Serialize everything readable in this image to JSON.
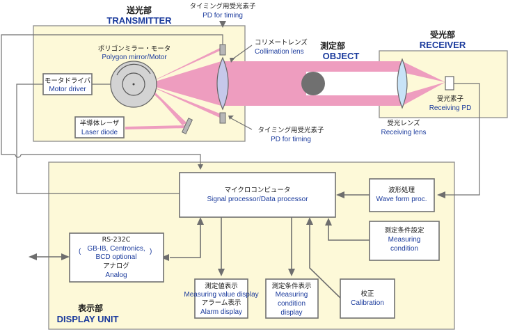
{
  "sections": {
    "transmitter": {
      "jp": "送光部",
      "en": "TRANSMITTER"
    },
    "object": {
      "jp": "測定部",
      "en": "OBJECT"
    },
    "receiver": {
      "jp": "受光部",
      "en": "RECEIVER"
    },
    "display_unit": {
      "jp": "表示部",
      "en": "DISPLAY UNIT"
    }
  },
  "transmitter_parts": {
    "pd_timing_top": {
      "jp": "タイミング用受光素子",
      "en": "PD for timing"
    },
    "pd_timing_bottom": {
      "jp": "タイミング用受光素子",
      "en": "PD for timing"
    },
    "collimation_lens": {
      "jp": "コリメートレンズ",
      "en": "Collimation lens"
    },
    "polygon_mirror": {
      "jp": "ポリゴンミラー・モータ",
      "en": "Polygon mirror/Motor"
    },
    "motor_driver": {
      "jp": "モータドライバ",
      "en": "Motor driver"
    },
    "laser_diode": {
      "jp": "半導体レーザ",
      "en": "Laser diode"
    }
  },
  "receiver_parts": {
    "receiving_lens": {
      "jp": "受光レンズ",
      "en": "Receiving lens"
    },
    "receiving_pd": {
      "jp": "受光素子",
      "en": "Receiving PD"
    }
  },
  "display_parts": {
    "processor": {
      "jp": "マイクロコンピュータ",
      "en": "Signal processor/Data processor"
    },
    "waveform": {
      "jp": "波形処理",
      "en": "Wave form proc."
    },
    "measuring_condition": {
      "jp": "測定条件設定",
      "en1": "Measuring",
      "en2": "condition"
    },
    "interface": {
      "line1": "RS-232C",
      "line2": "GB-IB, Centronics,",
      "line3": "BCD optional",
      "jp": "アナログ",
      "en": "Analog"
    },
    "value_display": {
      "jp1": "測定値表示",
      "en1": "Measuring value display",
      "jp2": "アラーム表示",
      "en2": "Alarm display"
    },
    "condition_display": {
      "jp": "測定条件表示",
      "en1": "Measuring",
      "en2": "condition",
      "en3": "display"
    },
    "calibration": {
      "jp": "校正",
      "en": "Calibration"
    }
  },
  "colors": {
    "panel_fill": "#fdf9d8",
    "beam": "#ee9dbf",
    "english_text": "#1a3a9c",
    "line": "#707070"
  }
}
